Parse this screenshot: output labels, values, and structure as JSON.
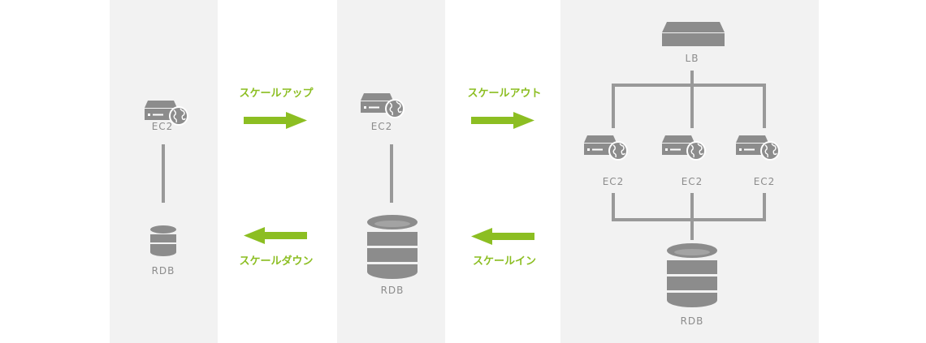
{
  "colors": {
    "panel": "#f2f2f2",
    "icon": "#8c8c8c",
    "connector": "#999999",
    "arrow": "#8cbe22"
  },
  "stage1": {
    "server": "EC2",
    "db": "RDB"
  },
  "stage2": {
    "server": "EC2",
    "db": "RDB"
  },
  "stage3": {
    "lb": "LB",
    "servers": [
      "EC2",
      "EC2",
      "EC2"
    ],
    "db": "RDB"
  },
  "actions": {
    "scale_up": "スケールアップ",
    "scale_down": "スケールダウン",
    "scale_out": "スケールアウト",
    "scale_in": "スケールイン"
  },
  "icons": [
    "server-globe-icon",
    "database-icon",
    "load-balancer-icon",
    "arrow-right-icon",
    "arrow-left-icon"
  ]
}
